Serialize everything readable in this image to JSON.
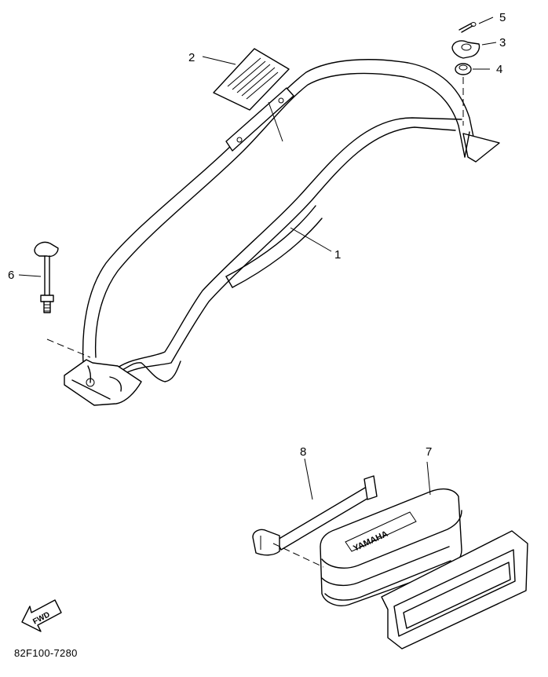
{
  "diagram": {
    "callouts": [
      {
        "id": "1",
        "text": "1"
      },
      {
        "id": "2",
        "text": "2"
      },
      {
        "id": "3",
        "text": "3"
      },
      {
        "id": "4",
        "text": "4"
      },
      {
        "id": "5",
        "text": "5"
      },
      {
        "id": "6",
        "text": "6"
      },
      {
        "id": "7",
        "text": "7"
      },
      {
        "id": "8",
        "text": "8"
      }
    ],
    "fwd_label": "FWD",
    "box_logo": "YAMAHA",
    "drawing_code": "82F100-7280"
  },
  "colors": {
    "ink": "#000000",
    "paper": "#ffffff"
  }
}
